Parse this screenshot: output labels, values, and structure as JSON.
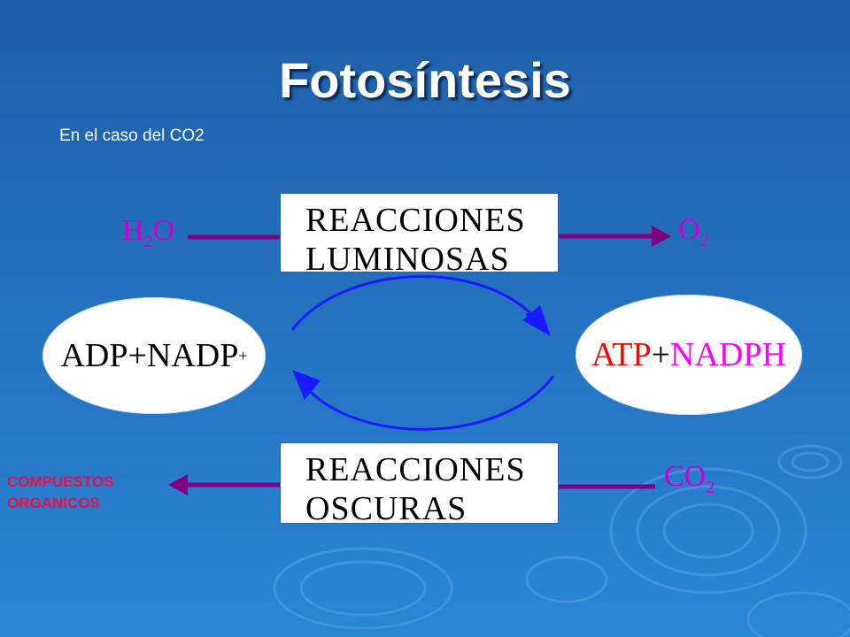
{
  "title": "Fotosíntesis",
  "subtitle": "En el caso del CO2",
  "light_reactions": {
    "line1": "REACCIONES",
    "line2": "LUMINOSAS"
  },
  "dark_reactions": {
    "line1": "REACCIONES",
    "line2": "OSCURAS"
  },
  "inputs": {
    "water": {
      "main": "H",
      "sub": "2",
      "end": "O"
    },
    "oxygen": {
      "main": "O",
      "sub": "2"
    },
    "co2": {
      "main": "CO",
      "sub": "2"
    }
  },
  "left_ellipse": {
    "text": "ADP+NADP",
    "sup": "+"
  },
  "right_ellipse": {
    "atp": "ATP",
    "plus": "+",
    "nadph": "NADPH"
  },
  "products": {
    "line1": "COMPUESTOS",
    "line2": "ORGANICOS"
  },
  "colors": {
    "molecule": "#cc00cc",
    "arrow_purple": "#800080",
    "cycle_blue": "#0000ff",
    "atp_red": "#ff0000",
    "nadph_magenta": "#ff00ff",
    "products_red": "#e8104a"
  }
}
